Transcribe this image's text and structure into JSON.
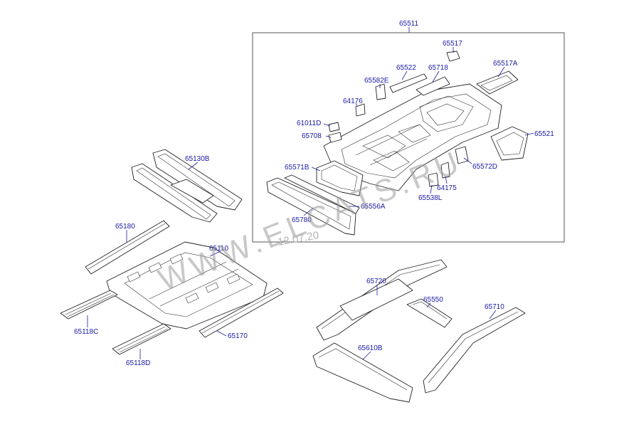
{
  "group_label": "65511",
  "parts": {
    "p65517": "65517",
    "p65522": "65522",
    "p65718": "65718",
    "p65517A": "65517A",
    "p65582E": "65582E",
    "p64176": "64176",
    "p61011D": "61011D",
    "p65708": "65708",
    "p65521": "65521",
    "p65571B": "65571B",
    "p65572D": "65572D",
    "p64175": "64175",
    "p65538L": "65538L",
    "p65556A": "65556A",
    "p65780": "65780",
    "p65130B": "65130B",
    "p65180": "65180",
    "p65110": "65110",
    "p65118C": "65118C",
    "p65170": "65170",
    "p65118D": "65118D",
    "p65720": "65720",
    "p65550": "65550",
    "p65710": "65710",
    "p65610B": "65610B"
  },
  "watermark": {
    "text": "WWW.ELCATS.RU",
    "date": "12.07.20"
  }
}
